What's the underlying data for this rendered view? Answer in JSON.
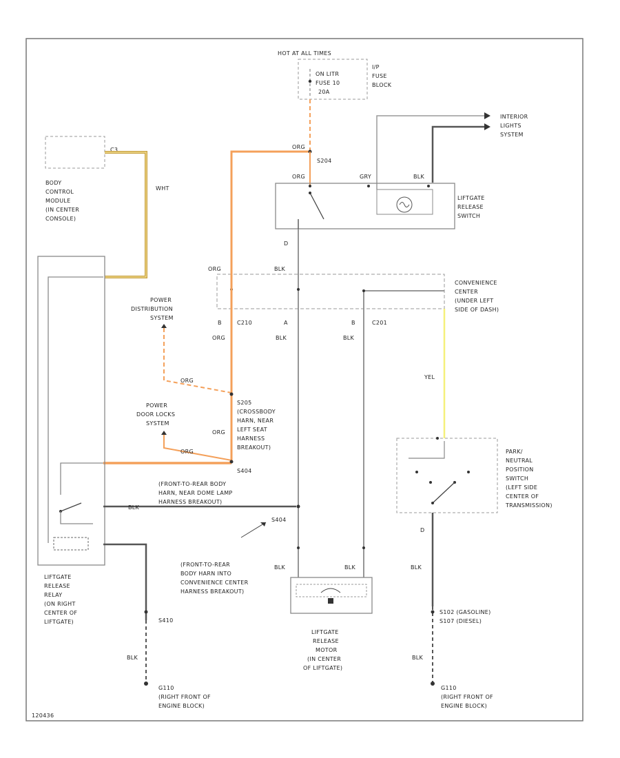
{
  "labels": {
    "hot_at_all_times": "HOT AT ALL TIMES",
    "fuse_text": [
      "ON LITR",
      "FUSE 10",
      "20A"
    ],
    "fuse_block": [
      "I/P",
      "FUSE",
      "BLOCK"
    ],
    "interior_lights": [
      "INTERIOR",
      "LIGHTS",
      "SYSTEM"
    ],
    "bcm": [
      "BODY",
      "CONTROL",
      "MODULE",
      "(IN CENTER",
      "CONSOLE)"
    ],
    "bcm_conn": "C3",
    "wire_top_org": "ORG",
    "splice_s204": "S204",
    "org_sw": "ORG",
    "gry": "GRY",
    "blk_sw": "BLK",
    "liftgate_switch": [
      "LIFTGATE",
      "RELEASE",
      "SWITCH"
    ],
    "pin_d_switch": "D",
    "conv_center": [
      "CONVENIENCE",
      "CENTER",
      "(UNDER LEFT",
      "SIDE OF DASH)"
    ],
    "org_cc": "ORG",
    "blk_cc": "BLK",
    "power_dist": [
      "POWER",
      "DISTRIBUTION",
      "SYSTEM"
    ],
    "c210": "C210",
    "c201": "C201",
    "pin_b1": "B",
    "pin_a": "A",
    "pin_b2": "B",
    "org_c210": "ORG",
    "blk_c210": "BLK",
    "blk_c201": "BLK",
    "yel": "YEL",
    "org_pd": "ORG",
    "splice_s205": [
      "S205",
      "(CROSSBODY",
      "HARN, NEAR",
      "LEFT SEAT",
      "HARNESS",
      "BREAKOUT)"
    ],
    "power_door_locks": [
      "POWER",
      "DOOR LOCKS",
      "SYSTEM"
    ],
    "org_pdl1": "ORG",
    "org_pdl2": "ORG",
    "s404": "S404",
    "front_rear_dome": [
      "(FRONT-TO-REAR BODY",
      "HARN, NEAR DOME LAMP",
      "HARNESS BREAKOUT)"
    ],
    "blk_relay": "BLK",
    "pnp": [
      "PARK/",
      "NEUTRAL",
      "POSITION",
      "SWITCH",
      "(LEFT SIDE",
      "CENTER OF",
      "TRANSMISSION)"
    ],
    "pin_d_pnp": "D",
    "s404b": "S404",
    "front_rear_conv": [
      "(FRONT-TO-REAR",
      "BODY HARN INTO",
      "CONVENIENCE CENTER",
      "HARNESS BREAKOUT)"
    ],
    "blk_motor1": "BLK",
    "blk_motor2": "BLK",
    "blk_pnp": "BLK",
    "relay": [
      "LIFTGATE",
      "RELEASE",
      "RELAY",
      "(ON RIGHT",
      "CENTER OF",
      "LIFTGATE)"
    ],
    "s410": "S410",
    "blk_g1": "BLK",
    "motor": [
      "LIFTGATE",
      "RELEASE",
      "MOTOR",
      "(IN CENTER",
      "OF LIFTGATE)"
    ],
    "s102": [
      "S102 (GASOLINE)",
      "S107 (DIESEL)"
    ],
    "blk_g2": "BLK",
    "g110a": [
      "G110",
      "(RIGHT FRONT OF",
      "ENGINE BLOCK)"
    ],
    "g110b": [
      "G110",
      "(RIGHT FRONT OF",
      "ENGINE BLOCK)"
    ],
    "wire_wht_bcm": "WHT",
    "code": "120436"
  },
  "colors": {
    "line": "#8a8a8a",
    "wire_dark": "#555555",
    "wire_org": "#f4a05a",
    "wire_org_dk": "#e08a3a",
    "wire_yel": "#f5f07a",
    "wire_tan": "#c8a040",
    "border": "#777777"
  }
}
